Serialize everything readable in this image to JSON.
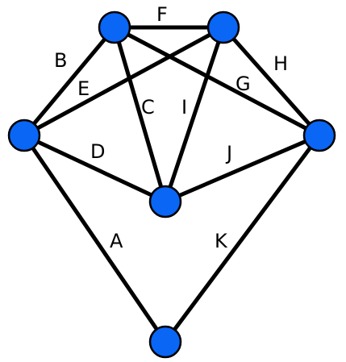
{
  "graph": {
    "node_color": "#0a66f5",
    "edge_color": "#000000",
    "nodes": [
      "top-left",
      "top-right",
      "left",
      "right",
      "center",
      "bottom"
    ],
    "edges": [
      {
        "label": "A",
        "from": "left",
        "to": "bottom"
      },
      {
        "label": "B",
        "from": "left",
        "to": "top-left"
      },
      {
        "label": "C",
        "from": "top-left",
        "to": "center"
      },
      {
        "label": "D",
        "from": "left",
        "to": "center"
      },
      {
        "label": "E",
        "from": "left",
        "to": "top-right"
      },
      {
        "label": "F",
        "from": "top-left",
        "to": "top-right"
      },
      {
        "label": "G",
        "from": "top-left",
        "to": "right"
      },
      {
        "label": "H",
        "from": "top-right",
        "to": "right"
      },
      {
        "label": "I",
        "from": "top-right",
        "to": "center"
      },
      {
        "label": "J",
        "from": "center",
        "to": "right"
      },
      {
        "label": "K",
        "from": "right",
        "to": "bottom"
      }
    ]
  }
}
